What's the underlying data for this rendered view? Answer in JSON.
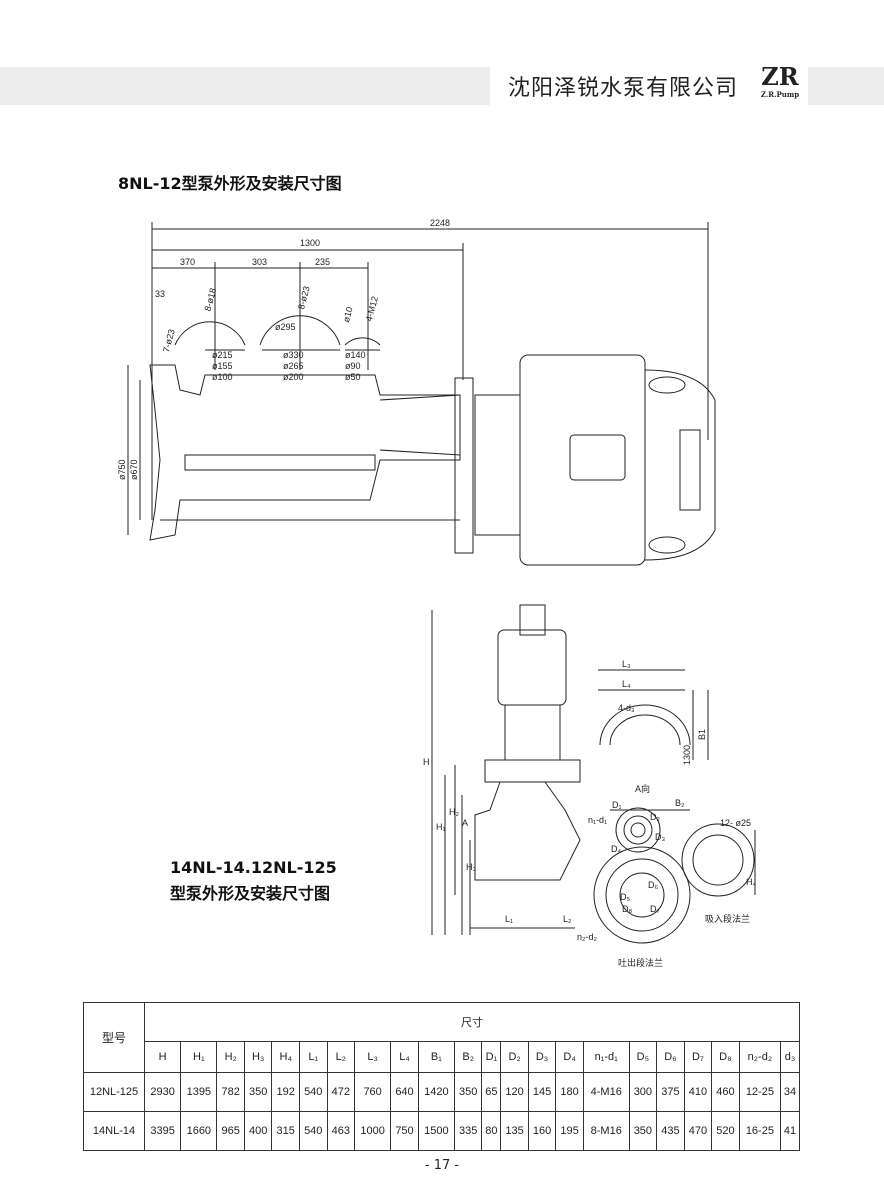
{
  "header": {
    "company": "沈阳泽锐水泵有限公司",
    "logo": "ZR",
    "logo_sub": "Z.R.Pump"
  },
  "fig1": {
    "title": "8NL-12型泵外形及安装尺寸图",
    "dims": {
      "d2248": "2248",
      "d1300": "1300",
      "d370": "370",
      "d303": "303",
      "d235": "235",
      "d33": "33",
      "h1": "8-ø18",
      "h2": "8-ø23",
      "h3": "ø10",
      "h4": "4-M12",
      "h5": "ø295",
      "h6": "7-ø23",
      "p215": "ø215",
      "p155": "ø155",
      "p100": "ø100",
      "p330": "ø330",
      "p265": "ø265",
      "p200": "ø200",
      "p140": "ø140",
      "p90": "ø90",
      "p50": "ø50",
      "p750": "ø750",
      "p670": "ø670"
    }
  },
  "fig2": {
    "title_line1": "14NL-14.12NL-125",
    "title_line2": "型泵外形及安装尺寸图",
    "labels": {
      "H": "H",
      "H1": "H₁",
      "H2": "H₂",
      "H3": "H₃",
      "H4": "H₄",
      "L1": "L₁",
      "L2": "L₂",
      "L3": "L₃",
      "L4": "L₄",
      "d3": "4-d₃",
      "d1300": "1300",
      "B1": "B1",
      "Adir": "A向",
      "B2": "B₂",
      "A": "A",
      "D1": "D₁",
      "D2": "D₂",
      "D3": "D₃",
      "D4": "D₄",
      "D5": "D₅",
      "D6": "D₆",
      "D7": "D₇",
      "D8": "D₈",
      "n1d1": "n₁-d₁",
      "n2d2": "n₂-d₂",
      "holes": "12- ø25",
      "inlet": "吸入段法兰",
      "outlet": "吐出段法兰"
    }
  },
  "table": {
    "model_header": "型号",
    "dims_header": "尺寸",
    "columns": [
      "H",
      "H₁",
      "H₂",
      "H₃",
      "H₄",
      "L₁",
      "L₂",
      "L₃",
      "L₄",
      "B₁",
      "B₂",
      "D₁",
      "D₂",
      "D₃",
      "D₄",
      "n₁-d₁",
      "D₅",
      "D₆",
      "D₇",
      "D₈",
      "n₂-d₂",
      "d₃"
    ],
    "rows": [
      {
        "model": "12NL-125",
        "values": [
          "2930",
          "1395",
          "782",
          "350",
          "192",
          "540",
          "472",
          "760",
          "640",
          "1420",
          "350",
          "65",
          "120",
          "145",
          "180",
          "4-M16",
          "300",
          "375",
          "410",
          "460",
          "12-25",
          "34"
        ]
      },
      {
        "model": "14NL-14",
        "values": [
          "3395",
          "1660",
          "965",
          "400",
          "315",
          "540",
          "463",
          "1000",
          "750",
          "1500",
          "335",
          "80",
          "135",
          "160",
          "195",
          "8-M16",
          "350",
          "435",
          "470",
          "520",
          "16-25",
          "41"
        ]
      }
    ]
  },
  "page_number": "- 17 -"
}
